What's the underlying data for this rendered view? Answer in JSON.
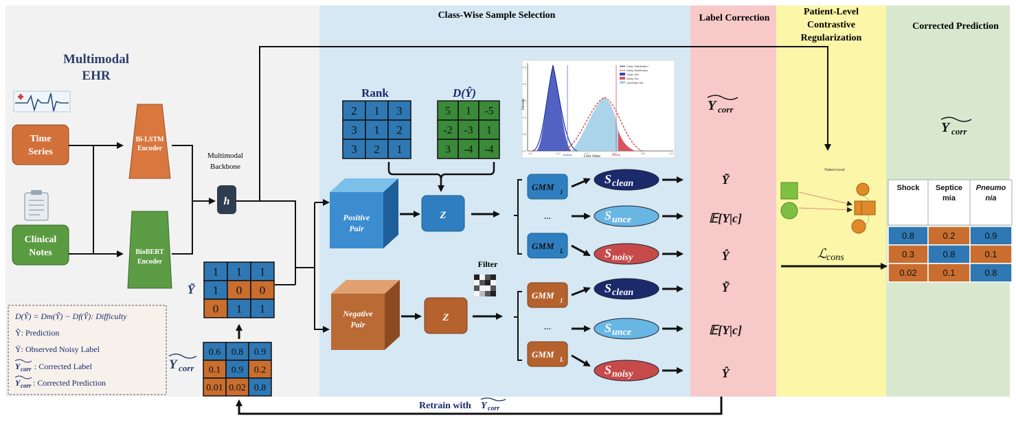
{
  "sections": {
    "selection_title": "Class-Wise Sample Selection",
    "label_correction_title": "Label Correction",
    "contrastive_title": [
      "Patient-Level",
      "Contrastive",
      "Regularization"
    ],
    "corrected_pred_title": "Corrected Prediction"
  },
  "ehr": {
    "title_line1": "Multimodal",
    "title_line2": "EHR",
    "time_series": [
      "Time",
      "Series"
    ],
    "clinical_notes": [
      "Clinical",
      "Notes"
    ],
    "bilstm": [
      "Bi-LSTM",
      "Encoder"
    ],
    "biobert": [
      "BioBERT",
      "Encoder"
    ],
    "backbone": [
      "Multimodal",
      "Backbone"
    ],
    "h": "h"
  },
  "matrices": {
    "rank_title": "Rank",
    "rank": [
      [
        "2",
        "1",
        "3"
      ],
      [
        "3",
        "1",
        "2"
      ],
      [
        "3",
        "2",
        "1"
      ]
    ],
    "difficulty_title": "D(Ŷ)",
    "difficulty": [
      [
        "5",
        "1",
        "-5"
      ],
      [
        "-2",
        "-3",
        "1"
      ],
      [
        "3",
        "-4",
        "-4"
      ]
    ],
    "noisy_label_symbol": "Ỹ",
    "noisy_label": [
      [
        "1",
        "1",
        "1"
      ],
      [
        "1",
        "0",
        "0"
      ],
      [
        "0",
        "1",
        "1"
      ]
    ],
    "corrected_symbol": "Y",
    "corrected_subscript": "corr",
    "corrected": [
      [
        "0.6",
        "0.8",
        "0.9"
      ],
      [
        "0.1",
        "0.9",
        "0.2"
      ],
      [
        "0.01",
        "0.02",
        "0.8"
      ]
    ]
  },
  "selection": {
    "positive_pair": [
      "Positive",
      "Pair"
    ],
    "negative_pair": [
      "Negative",
      "Pair"
    ],
    "z": "Z",
    "filter": "Filter",
    "gmm": "GMM",
    "gmm_sub_first": "1",
    "gmm_sub_last": "L",
    "ellipsis": "...",
    "s_letter": "S",
    "clean": "clean",
    "unce": "unce",
    "noisy": "noisy"
  },
  "density_plot": {
    "ylabel": "Density",
    "xlabel": "Loss Value",
    "legend": [
      "Clean Distribution",
      "Noisy Distribution",
      "Clean Set",
      "Noisy Set",
      "Uncertain Set"
    ],
    "yticks": [
      "2.5",
      "2.0",
      "1.5",
      "1.0",
      "0.5",
      "0.0"
    ],
    "xticks": [
      "0.0",
      "0.2",
      "0.4",
      "0.6",
      "0.8",
      "1.0"
    ],
    "line_labels": [
      "thclean",
      "thnoisy"
    ]
  },
  "label_correction": {
    "outputs": [
      "Ỹ",
      "𝔼[Y|c]",
      "Ŷ",
      "Ỹ",
      "𝔼[Y|c]",
      "Ŷ"
    ]
  },
  "contrastive": {
    "patient_level": "Patient-Level",
    "loss_symbol": "ℒ",
    "loss_sub": "cons"
  },
  "prediction": {
    "headers": [
      "Shock",
      "Septice mia",
      "Pneumo nia"
    ],
    "rows": [
      [
        "0.8",
        "0.2",
        "0.9"
      ],
      [
        "0.3",
        "0.8",
        "0.1"
      ],
      [
        "0.02",
        "0.1",
        "0.8"
      ]
    ]
  },
  "legend_box": {
    "difficulty": "D(Ŷ) = Dm(Ŷ) − Df(Ŷ): Difficulty",
    "prediction": "Ŷ: Prediction",
    "observed": "Ỹ: Observed Noisy Label",
    "corrected_label": ":  Corrected Label",
    "corrected_prediction": ": Corrected Prediction",
    "corr_symbol": "Y",
    "corr_sub": "corr"
  },
  "retrain": {
    "text": "Retrain with",
    "symbol": "Y",
    "sub": "corr"
  },
  "colors": {
    "ehr_bg": "#f2f2f2",
    "selection_bg": "#d5e8f3",
    "correction_bg": "#f7c9c9",
    "contrastive_bg": "#fbf6a8",
    "prediction_bg": "#d8e8cf",
    "blue_cell": "#2f78b4",
    "green_cell": "#3b8a3a",
    "orange_cell": "#c96e2e",
    "navy": "#1a2a6a",
    "light_blue": "#68b6e4",
    "red": "#c74a4a"
  }
}
